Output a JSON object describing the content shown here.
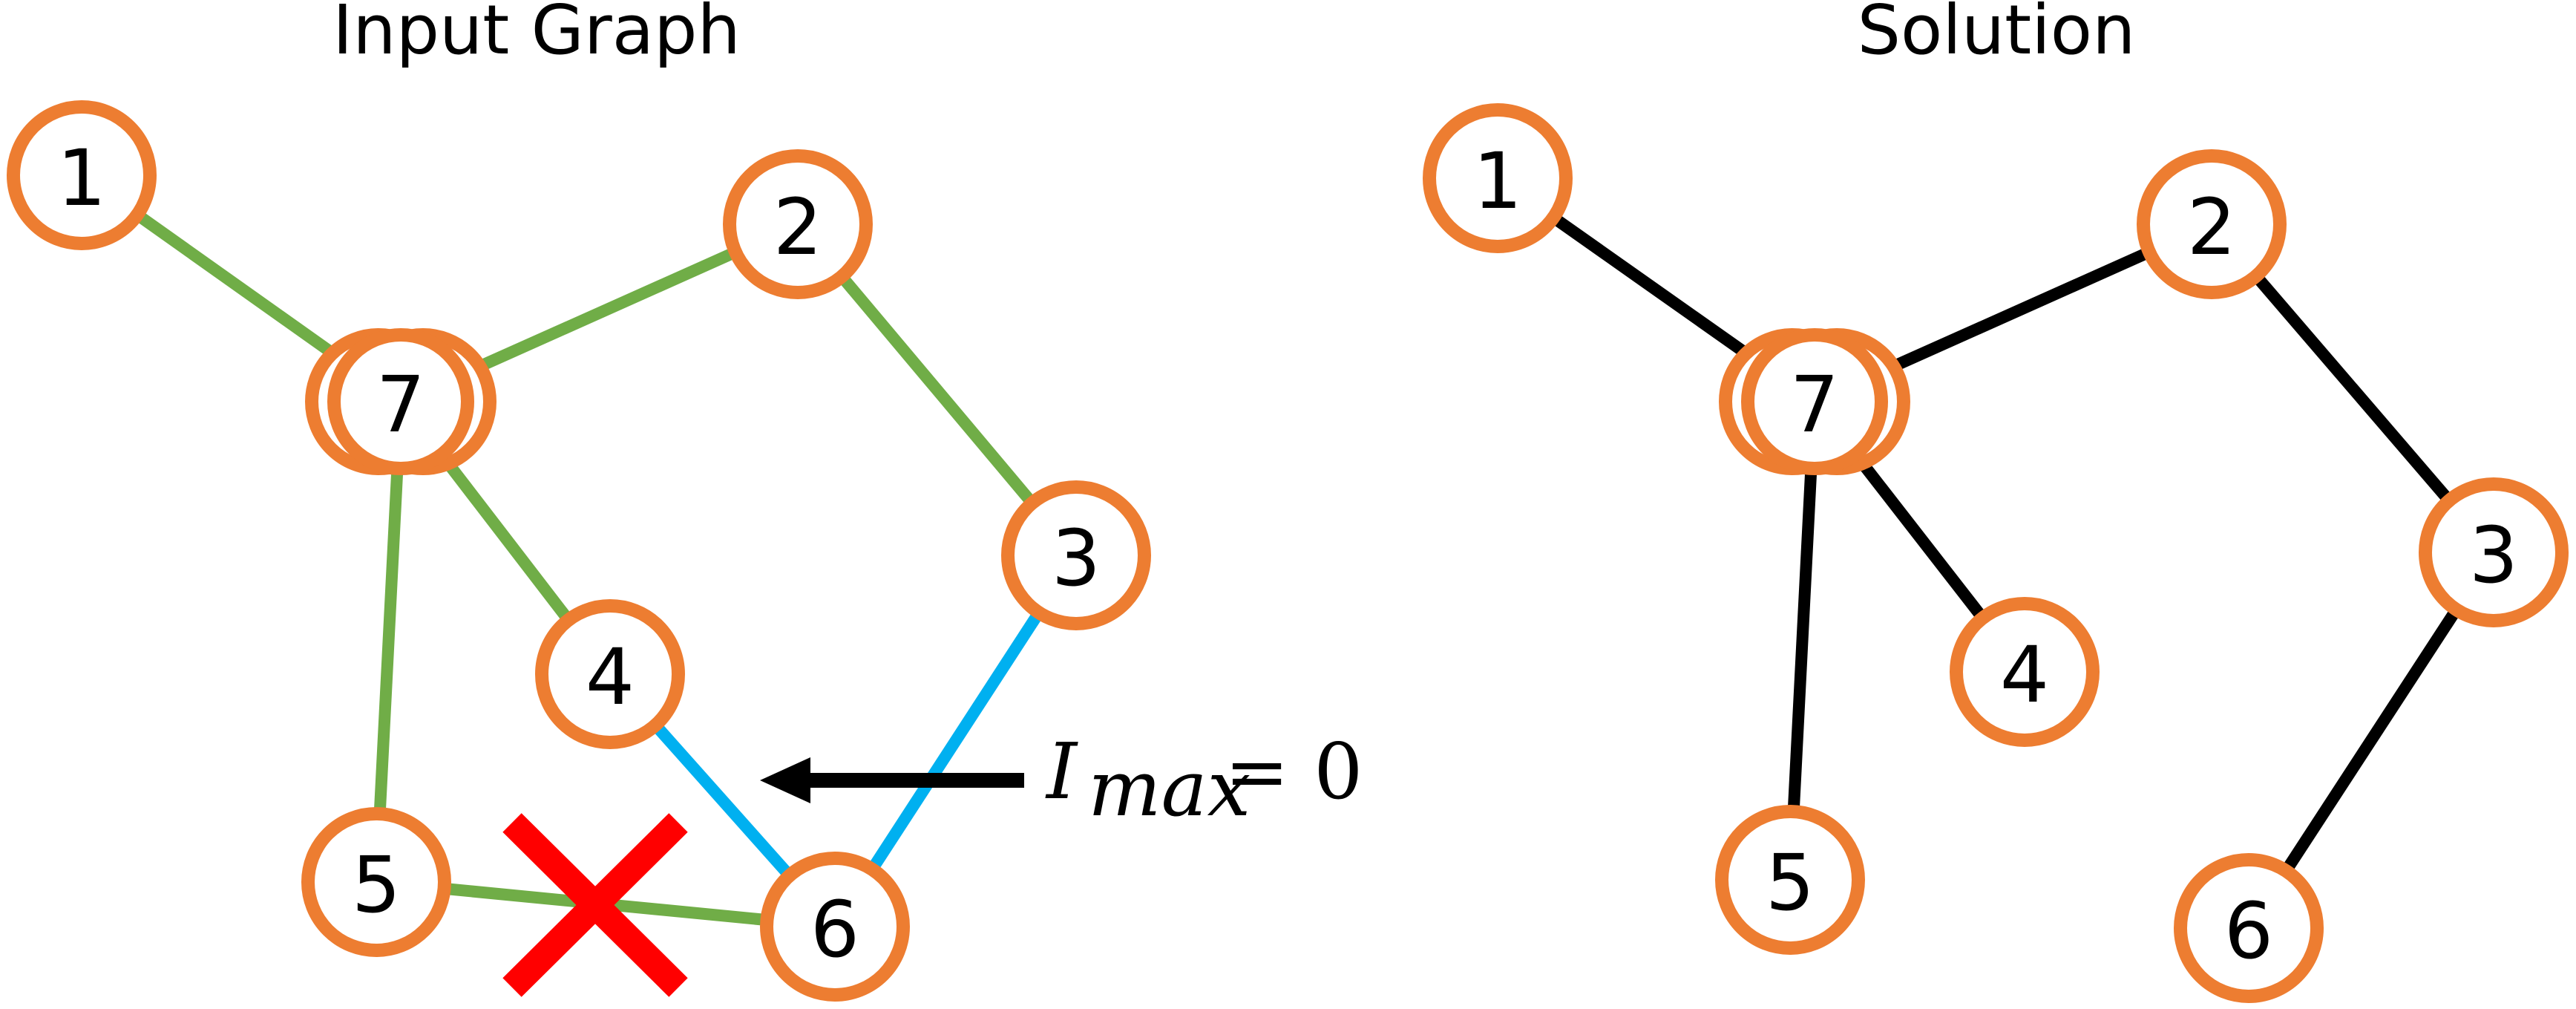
{
  "colors": {
    "node_stroke": "#ED7D31",
    "edge_green": "#70AD47",
    "edge_blue": "#00B0F0",
    "edge_black": "#000000",
    "cross_red": "#FF0000",
    "arrow": "#000000"
  },
  "input_graph": {
    "title": "Input Graph",
    "nodes": [
      {
        "id": "1",
        "label": "1"
      },
      {
        "id": "2",
        "label": "2"
      },
      {
        "id": "3",
        "label": "3"
      },
      {
        "id": "4",
        "label": "4"
      },
      {
        "id": "5",
        "label": "5"
      },
      {
        "id": "6",
        "label": "6"
      },
      {
        "id": "7",
        "label": "7",
        "style": "triple-overlap"
      }
    ],
    "edges": [
      {
        "from": "1",
        "to": "7",
        "color": "green"
      },
      {
        "from": "7",
        "to": "2",
        "color": "green"
      },
      {
        "from": "2",
        "to": "3",
        "color": "green"
      },
      {
        "from": "7",
        "to": "4",
        "color": "green"
      },
      {
        "from": "7",
        "to": "5",
        "color": "green"
      },
      {
        "from": "5",
        "to": "6",
        "color": "green",
        "removed": true
      },
      {
        "from": "4",
        "to": "6",
        "color": "blue"
      },
      {
        "from": "3",
        "to": "6",
        "color": "blue"
      }
    ],
    "annotation": {
      "symbol": "I",
      "subscript": "max",
      "relation": "= 0",
      "arrow_direction": "left"
    }
  },
  "solution": {
    "title": "Solution",
    "nodes": [
      {
        "id": "1",
        "label": "1"
      },
      {
        "id": "2",
        "label": "2"
      },
      {
        "id": "3",
        "label": "3"
      },
      {
        "id": "4",
        "label": "4"
      },
      {
        "id": "5",
        "label": "5"
      },
      {
        "id": "6",
        "label": "6"
      },
      {
        "id": "7",
        "label": "7",
        "style": "triple-overlap"
      }
    ],
    "edges": [
      {
        "from": "1",
        "to": "7",
        "color": "black"
      },
      {
        "from": "7",
        "to": "2",
        "color": "black"
      },
      {
        "from": "2",
        "to": "3",
        "color": "black"
      },
      {
        "from": "7",
        "to": "4",
        "color": "black"
      },
      {
        "from": "7",
        "to": "5",
        "color": "black"
      },
      {
        "from": "3",
        "to": "6",
        "color": "black"
      }
    ]
  }
}
